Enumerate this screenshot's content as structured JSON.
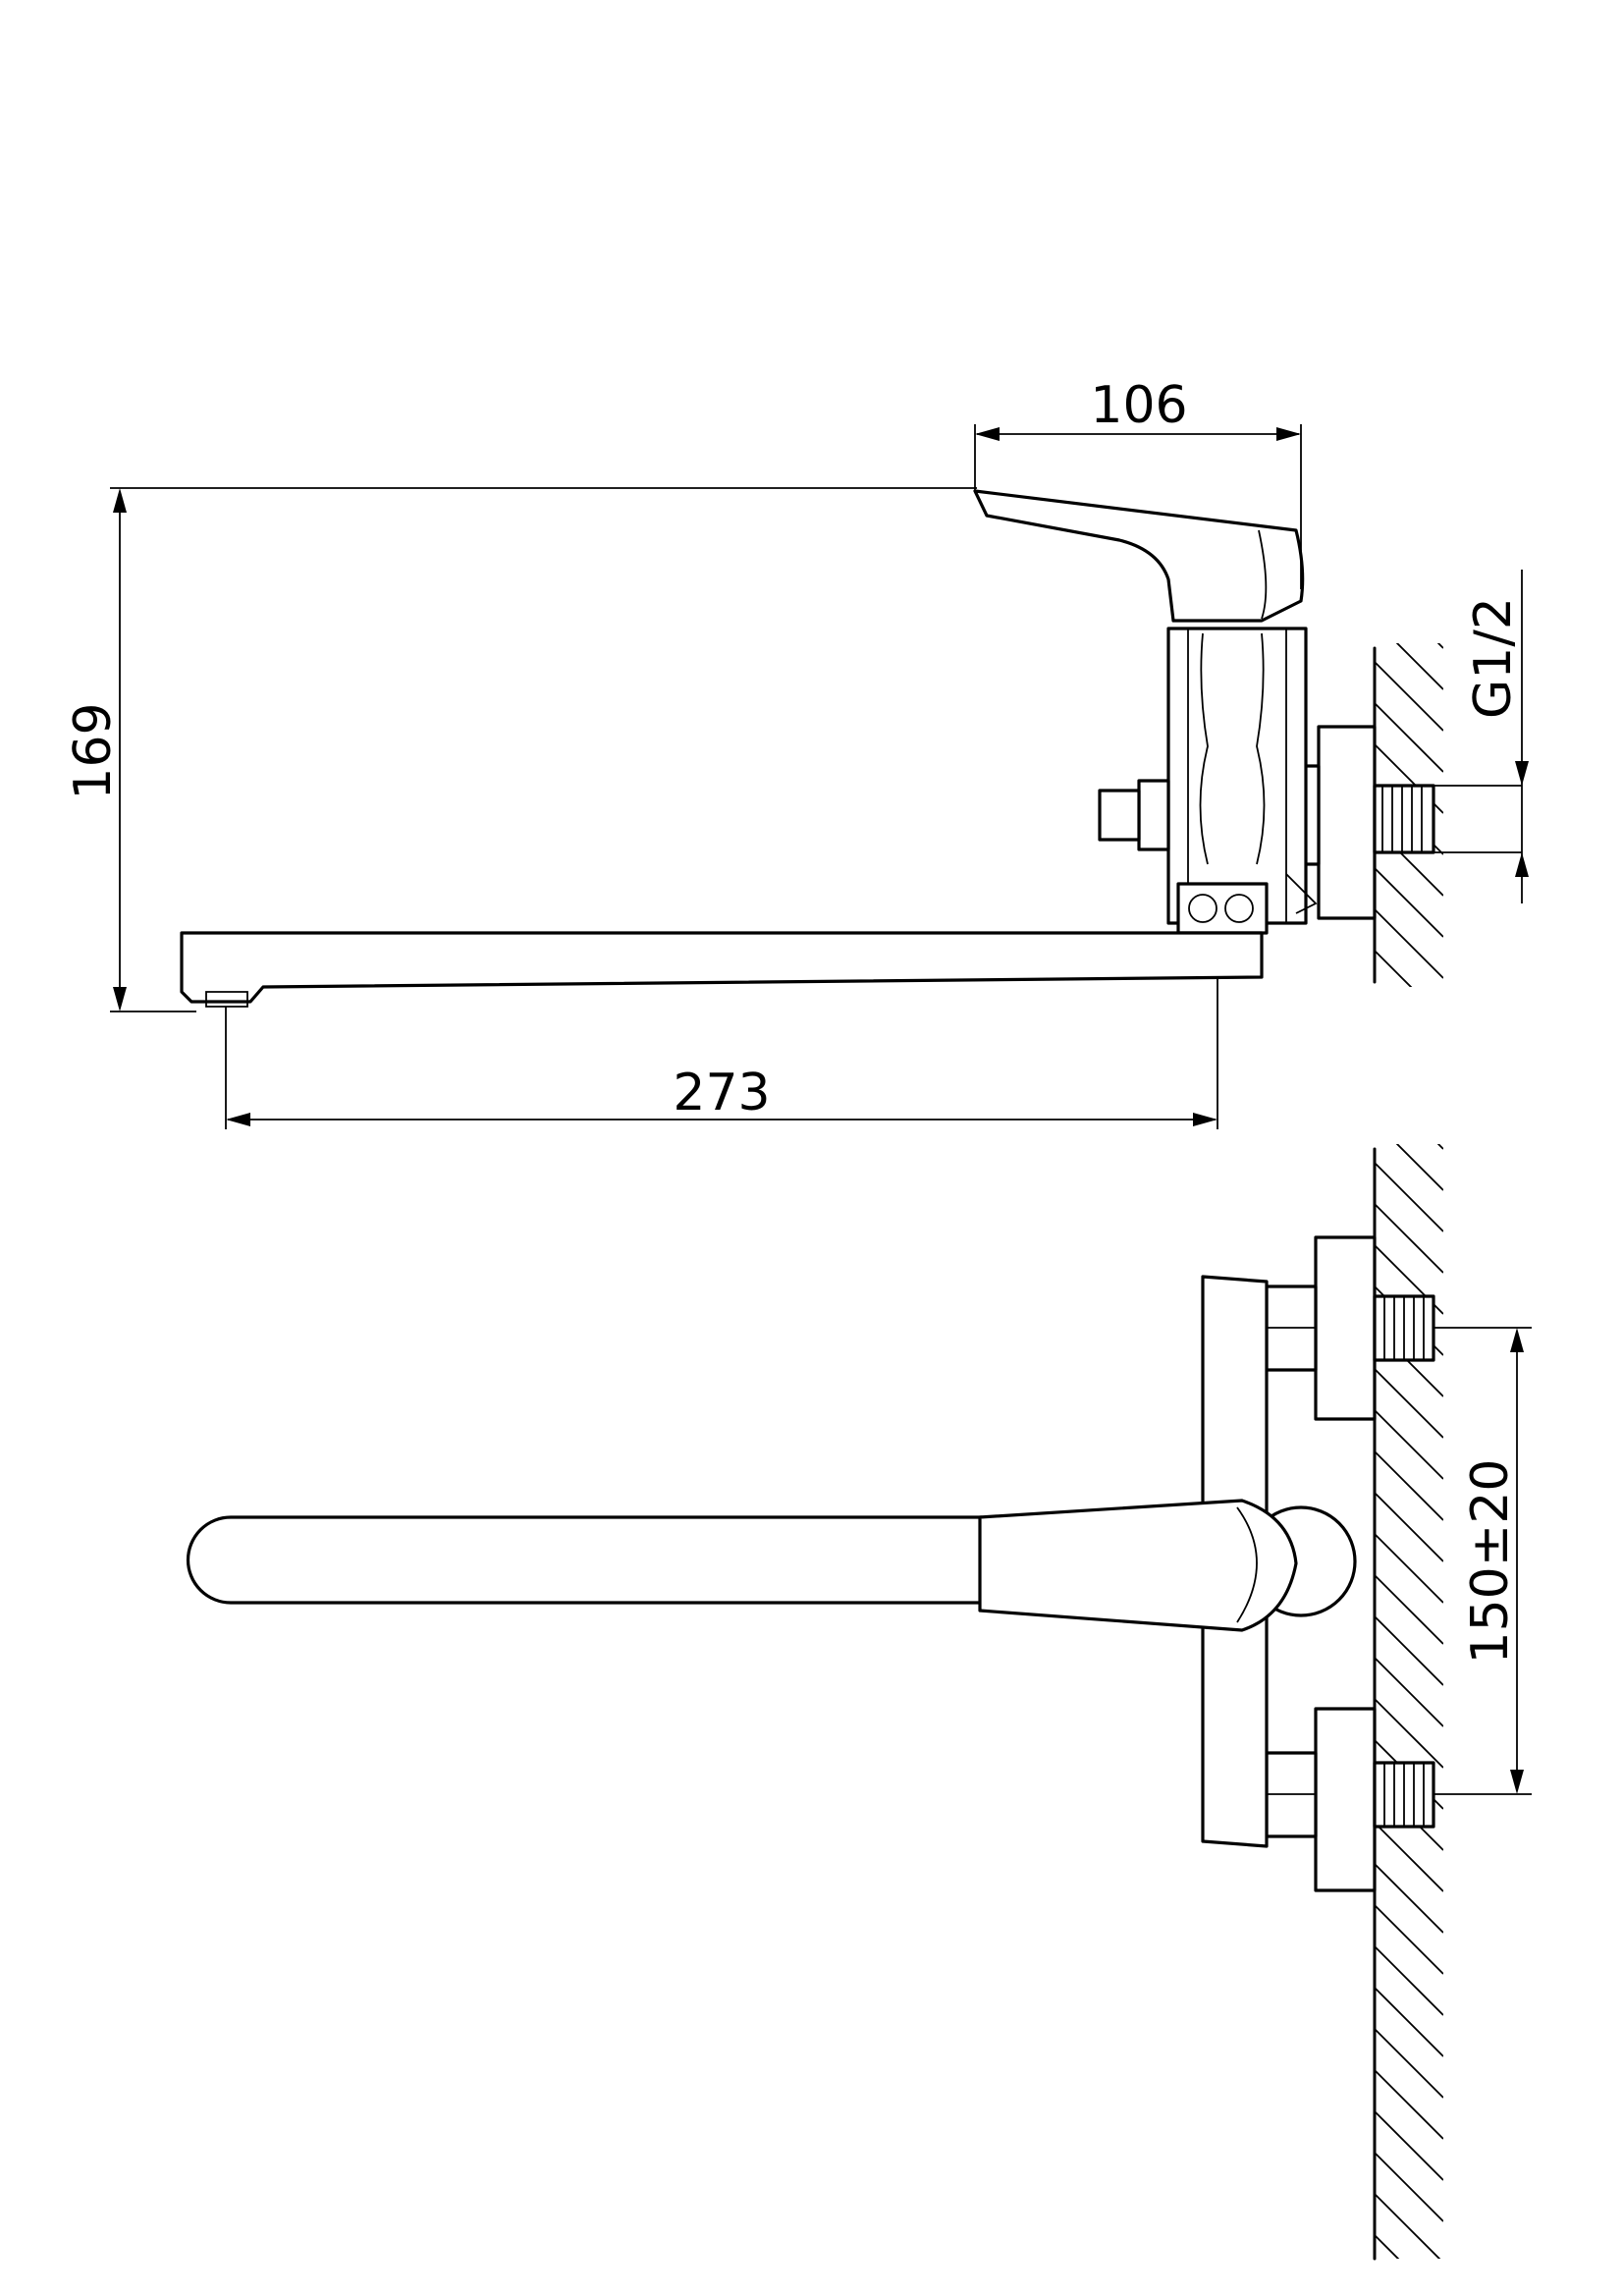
{
  "dimensions": {
    "height_total": "169",
    "top_width": "106",
    "thread": "G1/2",
    "spout_reach": "273",
    "center_distance": "150±20"
  },
  "colors": {
    "line": "#000000",
    "background": "#ffffff"
  }
}
